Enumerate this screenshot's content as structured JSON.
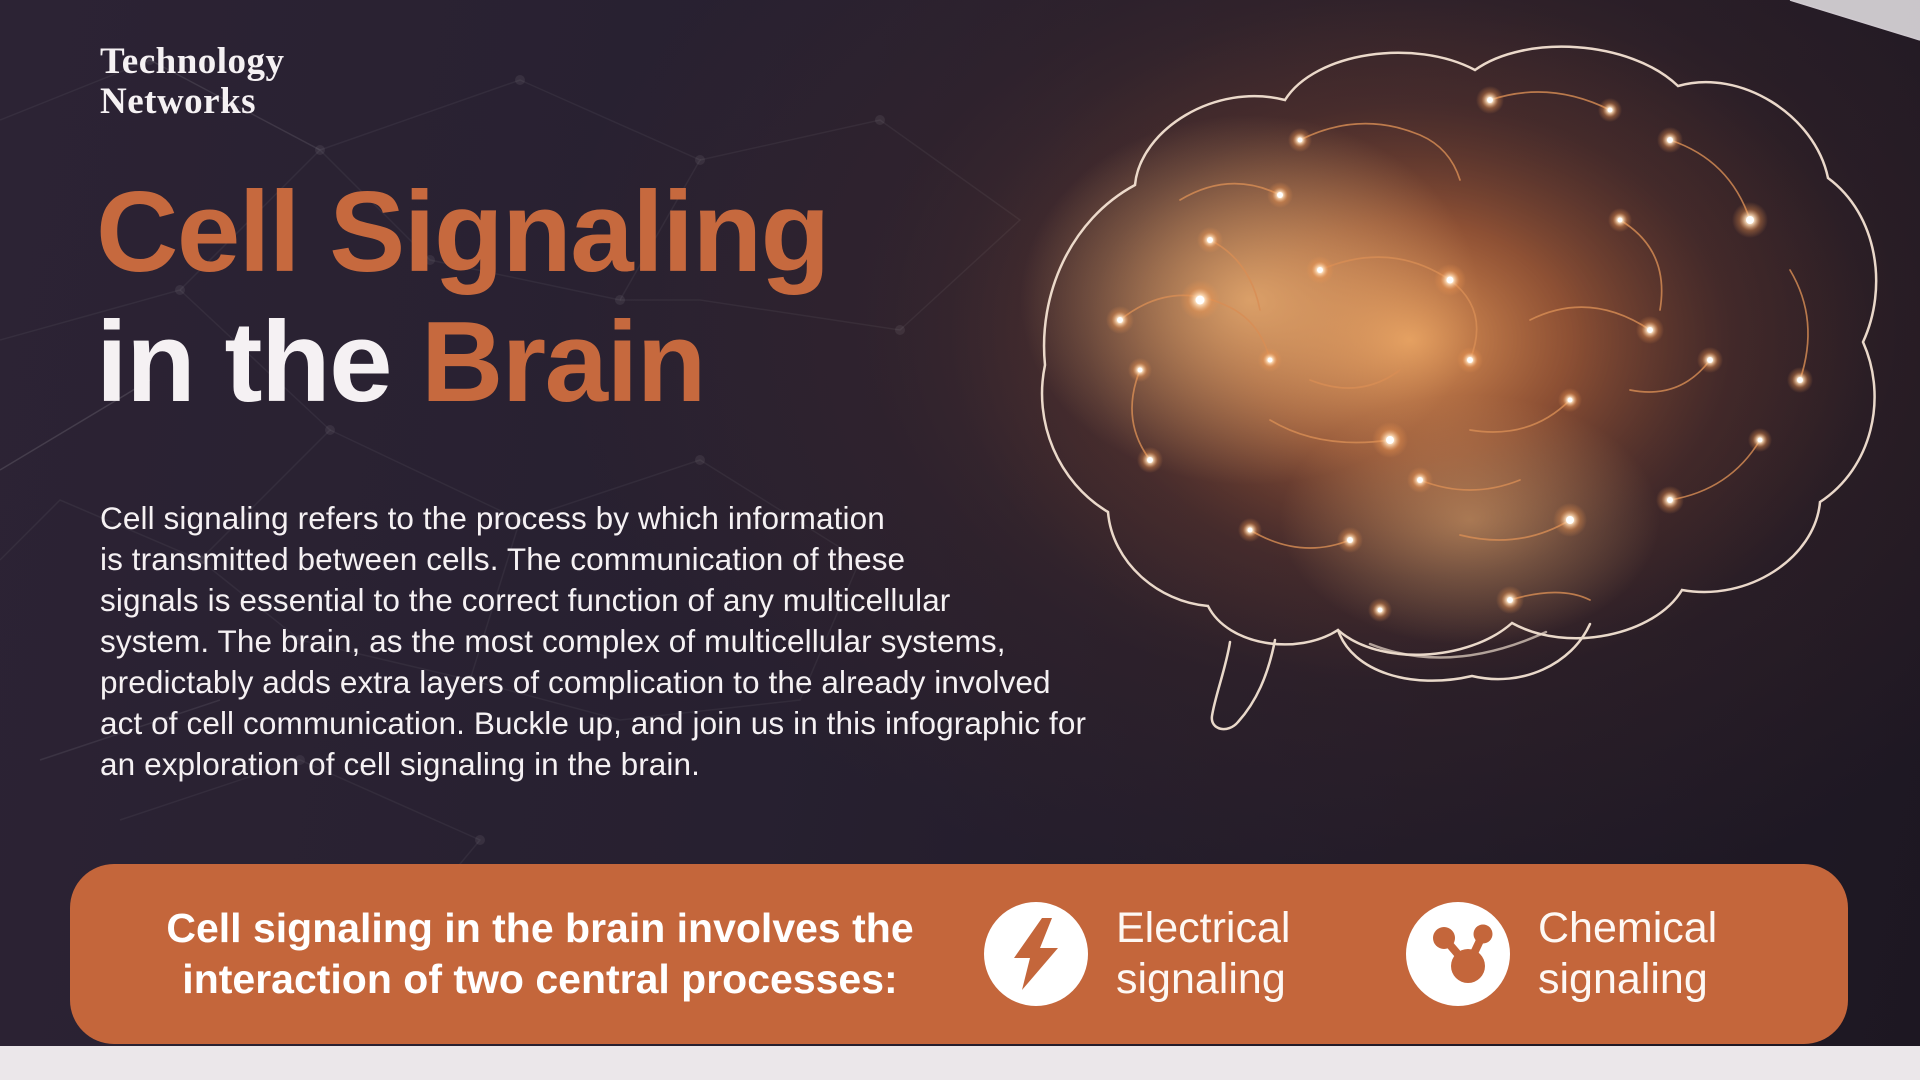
{
  "logo": {
    "line1": "Technology",
    "line2": "Networks"
  },
  "title": {
    "line1": "Cell Signaling",
    "line2_white": "in the",
    "line2_accent": "Brain"
  },
  "intro": {
    "lines": [
      "Cell signaling refers to the process by which information",
      "is transmitted between cells. The communication of these",
      "signals is essential to the correct function of any multicellular",
      "system. The brain, as the most complex of multicellular systems,",
      "predictably adds extra layers of complication to the already involved",
      "act of cell communication. Buckle up, and join us in this infographic for",
      "an exploration of cell signaling in the brain."
    ]
  },
  "banner": {
    "heading_line1": "Cell signaling in the brain involves the",
    "heading_line2": "interaction of two central processes:",
    "items": [
      {
        "icon": "lightning-bolt-icon",
        "label": "Electrical signaling"
      },
      {
        "icon": "molecule-icon",
        "label": "Chemical signaling"
      }
    ]
  },
  "colors": {
    "accent_orange": "#C6693E",
    "banner_orange": "#C4663B",
    "background_dark": "#241C2B",
    "text_white": "#F5F1F3",
    "glow_orange": "#D98A4C",
    "strip_light": "#EBE7EA"
  }
}
